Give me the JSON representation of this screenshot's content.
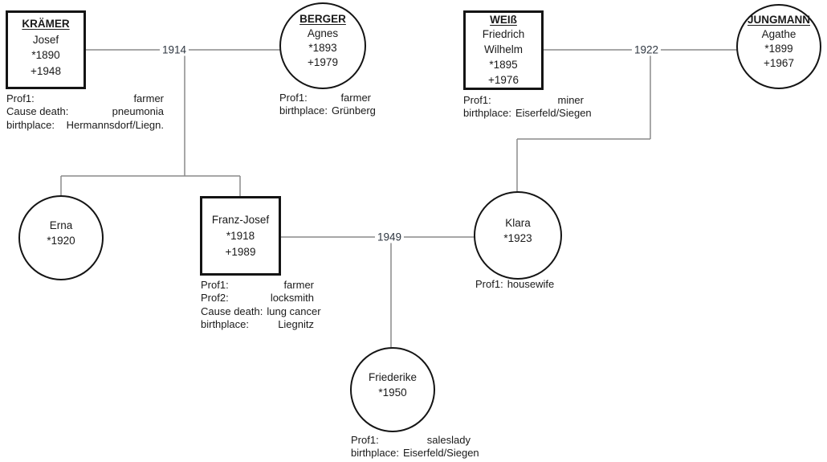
{
  "people": {
    "kraemer_josef": {
      "surname": "KRÄMER",
      "name": "Josef",
      "birth": "*1890",
      "death": "+1948"
    },
    "berger_agnes": {
      "surname": "BERGER",
      "name": "Agnes",
      "birth": "*1893",
      "death": "+1979"
    },
    "weiss_friedrich": {
      "surname": "WEIß",
      "name1": "Friedrich",
      "name2": "Wilhelm",
      "birth": "*1895",
      "death": "+1976"
    },
    "jungmann_agathe": {
      "surname": "JUNGMANN",
      "name": "Agathe",
      "birth": "*1899",
      "death": "+1967"
    },
    "erna": {
      "name": "Erna",
      "birth": "*1920"
    },
    "franz_josef": {
      "name": "Franz-Josef",
      "birth": "*1918",
      "death": "+1989"
    },
    "klara": {
      "name": "Klara",
      "birth": "*1923"
    },
    "friederike": {
      "name": "Friederike",
      "birth": "*1950"
    }
  },
  "marriages": {
    "kraemer_berger": "1914",
    "weiss_jungmann": "1922",
    "franzjosef_klara": "1949"
  },
  "annotations": {
    "kraemer_josef": [
      {
        "label": "Prof1:",
        "value": "farmer"
      },
      {
        "label": "Cause death:",
        "value": "pneumonia"
      },
      {
        "label": "birthplace:",
        "value": "Hermannsdorf/Liegn."
      }
    ],
    "berger_agnes": [
      {
        "label": "Prof1:",
        "value": "farmer"
      },
      {
        "label": "birthplace:",
        "value": "Grünberg"
      }
    ],
    "weiss_friedrich": [
      {
        "label": "Prof1:",
        "value": "miner"
      },
      {
        "label": "birthplace:",
        "value": "Eiserfeld/Siegen"
      }
    ],
    "franz_josef": [
      {
        "label": "Prof1:",
        "value": "farmer"
      },
      {
        "label": "Prof2:",
        "value": "locksmith"
      },
      {
        "label": "Cause death:",
        "value": "lung cancer"
      },
      {
        "label": "birthplace:",
        "value": "Liegnitz"
      }
    ],
    "klara": [
      {
        "label": "Prof1:",
        "value": "housewife"
      }
    ],
    "friederike": [
      {
        "label": "Prof1:",
        "value": "saleslady"
      },
      {
        "label": "birthplace:",
        "value": "Eiserfeld/Siegen"
      }
    ]
  },
  "line_color": "#8a8a8a"
}
